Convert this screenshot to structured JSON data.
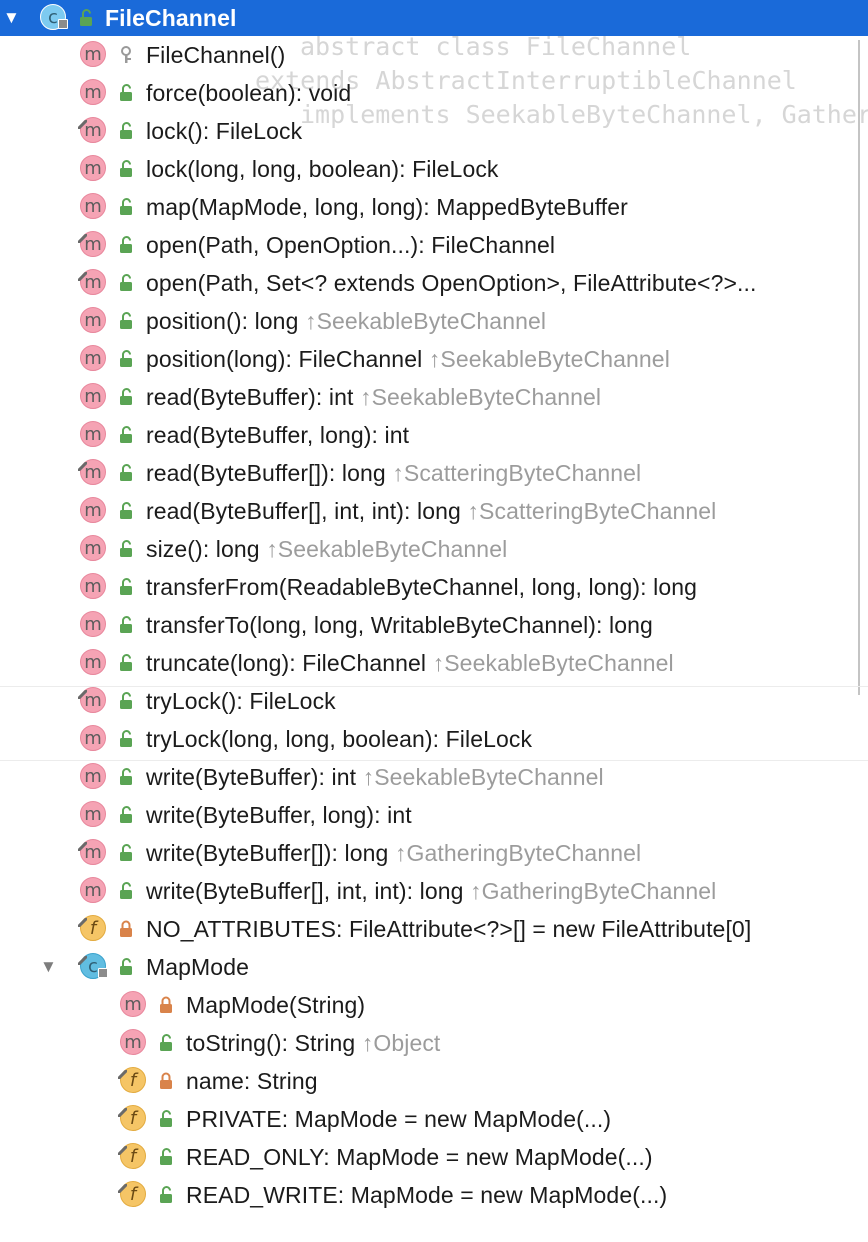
{
  "root": {
    "name": "FileChannel",
    "icon": "abstract-class-icon",
    "access": "public-icon"
  },
  "members": [
    {
      "icon": "method",
      "static": false,
      "access": "package",
      "label": "FileChannel()",
      "inherited": ""
    },
    {
      "icon": "method",
      "static": false,
      "access": "public",
      "label": "force(boolean): void",
      "inherited": ""
    },
    {
      "icon": "method",
      "static": true,
      "access": "public",
      "label": "lock(): FileLock",
      "inherited": ""
    },
    {
      "icon": "method",
      "static": false,
      "access": "public",
      "label": "lock(long, long, boolean): FileLock",
      "inherited": ""
    },
    {
      "icon": "method",
      "static": false,
      "access": "public",
      "label": "map(MapMode, long, long): MappedByteBuffer",
      "inherited": ""
    },
    {
      "icon": "method",
      "static": true,
      "access": "public",
      "label": "open(Path, OpenOption...): FileChannel",
      "inherited": ""
    },
    {
      "icon": "method",
      "static": true,
      "access": "public",
      "label": "open(Path, Set<? extends OpenOption>, FileAttribute<?>...",
      "inherited": ""
    },
    {
      "icon": "method",
      "static": false,
      "access": "public",
      "label": "position(): long",
      "inherited": "↑SeekableByteChannel"
    },
    {
      "icon": "method",
      "static": false,
      "access": "public",
      "label": "position(long): FileChannel",
      "inherited": "↑SeekableByteChannel"
    },
    {
      "icon": "method",
      "static": false,
      "access": "public",
      "label": "read(ByteBuffer): int",
      "inherited": "↑SeekableByteChannel"
    },
    {
      "icon": "method",
      "static": false,
      "access": "public",
      "label": "read(ByteBuffer, long): int",
      "inherited": ""
    },
    {
      "icon": "method",
      "static": true,
      "access": "public",
      "label": "read(ByteBuffer[]): long",
      "inherited": "↑ScatteringByteChannel"
    },
    {
      "icon": "method",
      "static": false,
      "access": "public",
      "label": "read(ByteBuffer[], int, int): long",
      "inherited": "↑ScatteringByteChannel"
    },
    {
      "icon": "method",
      "static": false,
      "access": "public",
      "label": "size(): long",
      "inherited": "↑SeekableByteChannel"
    },
    {
      "icon": "method",
      "static": false,
      "access": "public",
      "label": "transferFrom(ReadableByteChannel, long, long): long",
      "inherited": ""
    },
    {
      "icon": "method",
      "static": false,
      "access": "public",
      "label": "transferTo(long, long, WritableByteChannel): long",
      "inherited": ""
    },
    {
      "icon": "method",
      "static": false,
      "access": "public",
      "label": "truncate(long): FileChannel",
      "inherited": "↑SeekableByteChannel"
    },
    {
      "icon": "method",
      "static": true,
      "access": "public",
      "label": "tryLock(): FileLock",
      "inherited": ""
    },
    {
      "icon": "method",
      "static": false,
      "access": "public",
      "label": "tryLock(long, long, boolean): FileLock",
      "inherited": ""
    },
    {
      "icon": "method",
      "static": false,
      "access": "public",
      "label": "write(ByteBuffer): int",
      "inherited": "↑SeekableByteChannel"
    },
    {
      "icon": "method",
      "static": false,
      "access": "public",
      "label": "write(ByteBuffer, long): int",
      "inherited": ""
    },
    {
      "icon": "method",
      "static": true,
      "access": "public",
      "label": "write(ByteBuffer[]): long",
      "inherited": "↑GatheringByteChannel"
    },
    {
      "icon": "method",
      "static": false,
      "access": "public",
      "label": "write(ByteBuffer[], int, int): long",
      "inherited": "↑GatheringByteChannel"
    },
    {
      "icon": "field",
      "static": true,
      "access": "private",
      "label": "NO_ATTRIBUTES: FileAttribute<?>[] = new FileAttribute[0]",
      "inherited": ""
    }
  ],
  "inner_class": {
    "name": "MapMode",
    "icon": "class",
    "access": "public",
    "members": [
      {
        "icon": "method",
        "static": false,
        "access": "private",
        "label": "MapMode(String)",
        "inherited": ""
      },
      {
        "icon": "method",
        "static": false,
        "access": "public",
        "label": "toString(): String",
        "inherited": "↑Object"
      },
      {
        "icon": "field",
        "static": true,
        "access": "private",
        "label": "name: String",
        "inherited": ""
      },
      {
        "icon": "field",
        "static": true,
        "access": "public",
        "label": "PRIVATE: MapMode = new MapMode(...)",
        "inherited": ""
      },
      {
        "icon": "field",
        "static": true,
        "access": "public",
        "label": "READ_ONLY: MapMode = new MapMode(...)",
        "inherited": ""
      },
      {
        "icon": "field",
        "static": true,
        "access": "public",
        "label": "READ_WRITE: MapMode = new MapMode(...)",
        "inherited": ""
      }
    ]
  },
  "background_code": [
    "abstract class FileChannel",
    "extends AbstractInterruptibleChannel",
    "implements SeekableByteChannel, Gather"
  ],
  "colors": {
    "selection": "#1a6ad9",
    "method_badge": "#f5a3b4",
    "field_badge": "#f5c566",
    "class_badge": "#61bde1",
    "public_access": "#5aa454",
    "private_access": "#d9834a",
    "inherited_text": "#9c9c9c"
  }
}
